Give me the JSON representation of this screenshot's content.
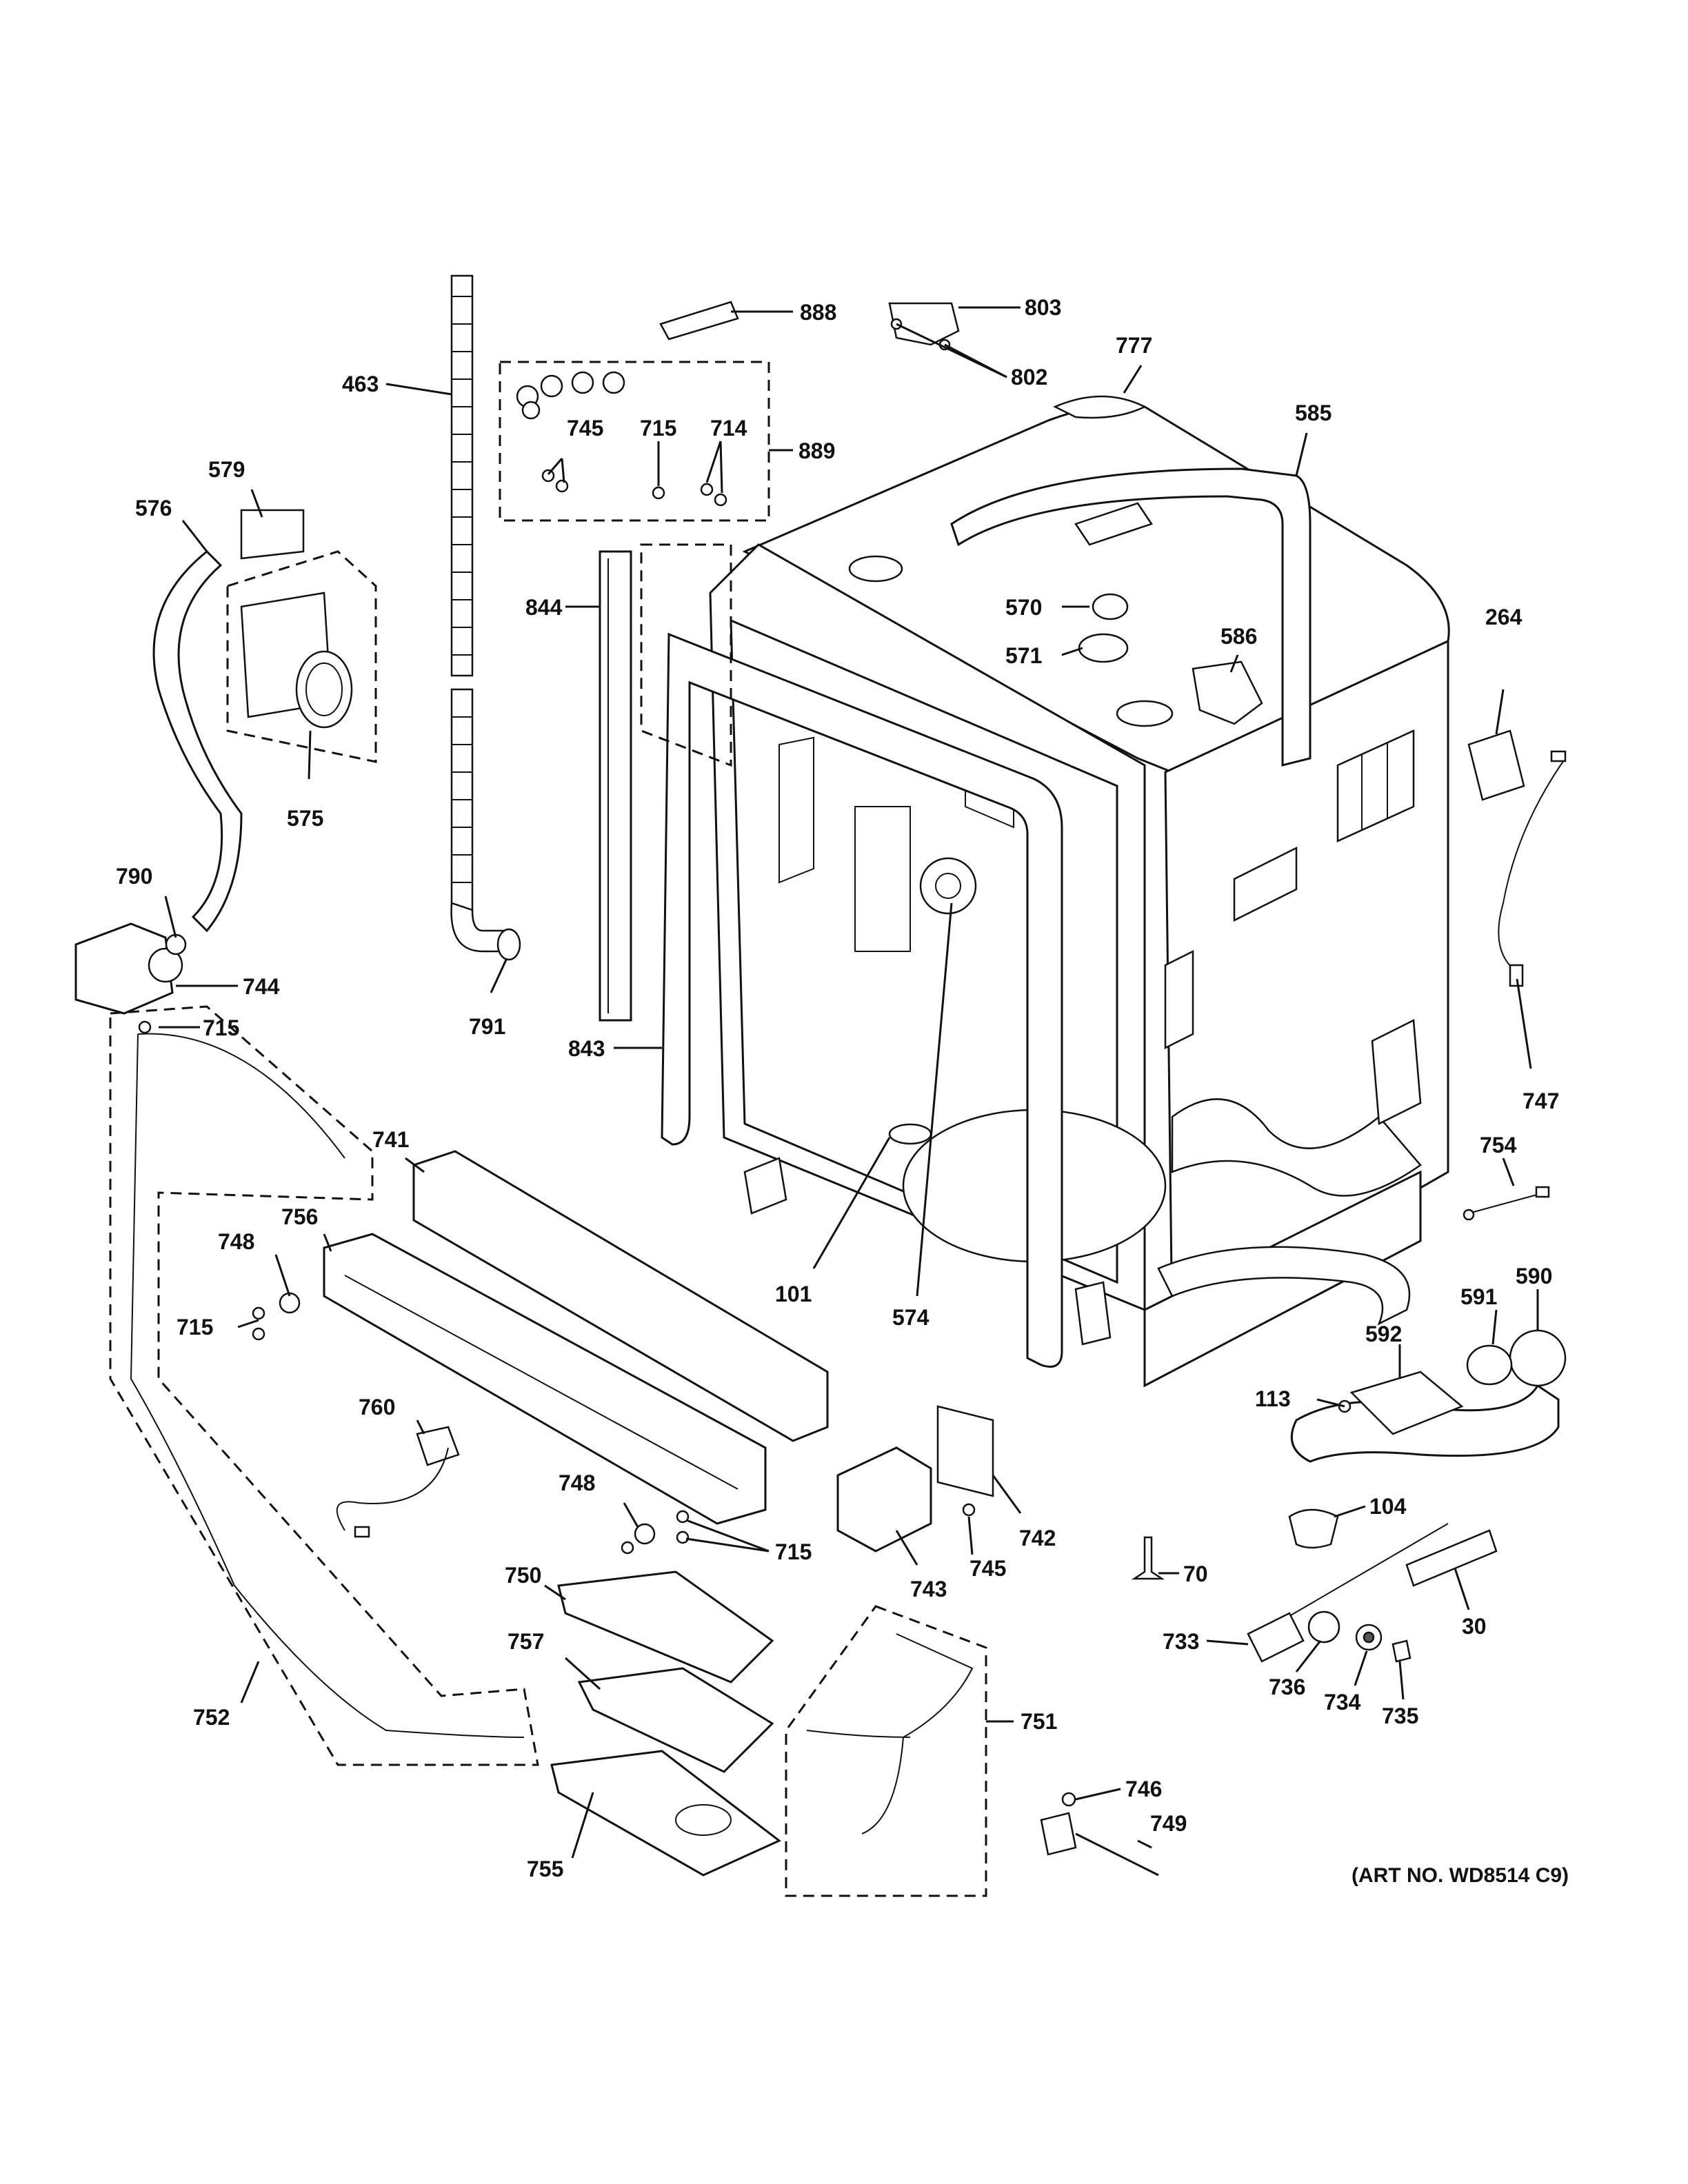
{
  "art_number": "(ART NO. WD8514 C9)",
  "callouts": {
    "c888": "888",
    "c803": "803",
    "c802": "802",
    "c777": "777",
    "c463": "463",
    "c745a": "745",
    "c715a": "715",
    "c714": "714",
    "c889": "889",
    "c585": "585",
    "c579": "579",
    "c576": "576",
    "c570": "570",
    "c571": "571",
    "c586": "586",
    "c264": "264",
    "c844": "844",
    "c575": "575",
    "c790": "790",
    "c744": "744",
    "c715b": "715",
    "c791": "791",
    "c843": "843",
    "c747": "747",
    "c741": "741",
    "c754": "754",
    "c748a": "748",
    "c756": "756",
    "c715c": "715",
    "c101": "101",
    "c574": "574",
    "c590": "590",
    "c591": "591",
    "c592": "592",
    "c113": "113",
    "c760": "760",
    "c742": "742",
    "c748b": "748",
    "c715d": "715",
    "c745b": "745",
    "c743": "743",
    "c104": "104",
    "c70": "70",
    "c30": "30",
    "c750": "750",
    "c733": "733",
    "c736": "736",
    "c734": "734",
    "c735": "735",
    "c757": "757",
    "c752": "752",
    "c751": "751",
    "c746": "746",
    "c749": "749",
    "c755": "755"
  }
}
